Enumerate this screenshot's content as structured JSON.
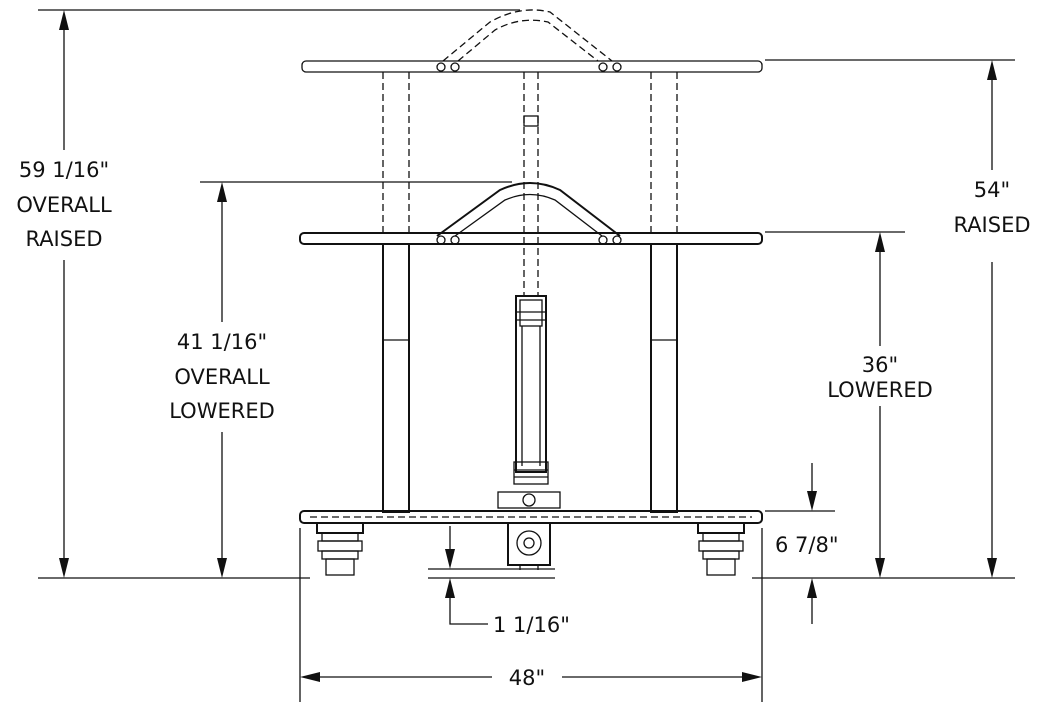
{
  "dimensions": {
    "overall_raised": [
      "59 1/16\"",
      "OVERALL",
      "RAISED"
    ],
    "overall_lowered": [
      "41 1/16\"",
      "OVERALL",
      "LOWERED"
    ],
    "raised": [
      "54\"",
      "RAISED"
    ],
    "lowered": [
      "36\"",
      "LOWERED"
    ],
    "base_height": "6 7/8\"",
    "ground_clearance": "1 1/16\"",
    "width": "48\""
  },
  "colors": {
    "ink": "#111111",
    "background": "#ffffff"
  }
}
